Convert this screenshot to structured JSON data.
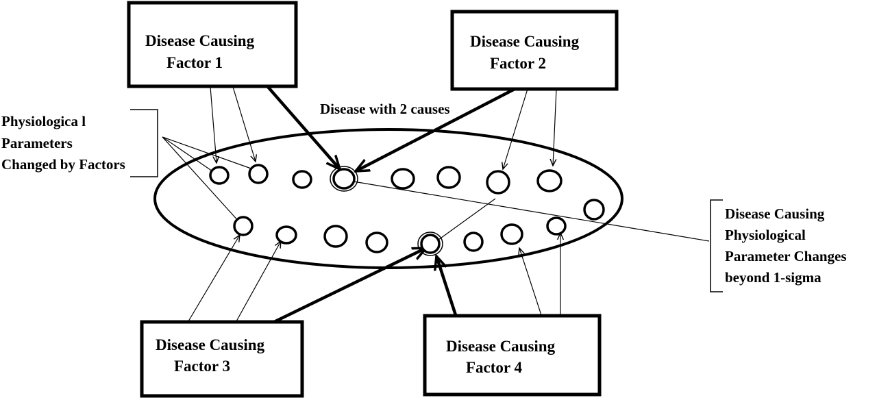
{
  "diagram": {
    "factors": [
      {
        "line1": "Disease Causing",
        "line2": "Factor 1"
      },
      {
        "line1": "Disease Causing",
        "line2": "Factor 2"
      },
      {
        "line1": "Disease Causing",
        "line2": "Factor 3"
      },
      {
        "line1": "Disease Causing",
        "line2": "Factor 4"
      }
    ],
    "ellipse_title": "Disease with 2 causes",
    "left_note": [
      "Physiologica l",
      "Parameters",
      "Changed by Factors"
    ],
    "right_note": [
      "Disease Causing",
      "Physiological",
      "Parameter Changes",
      "beyond 1-sigma"
    ],
    "colors": {
      "ink": "#000000",
      "background": "#ffffff"
    }
  }
}
